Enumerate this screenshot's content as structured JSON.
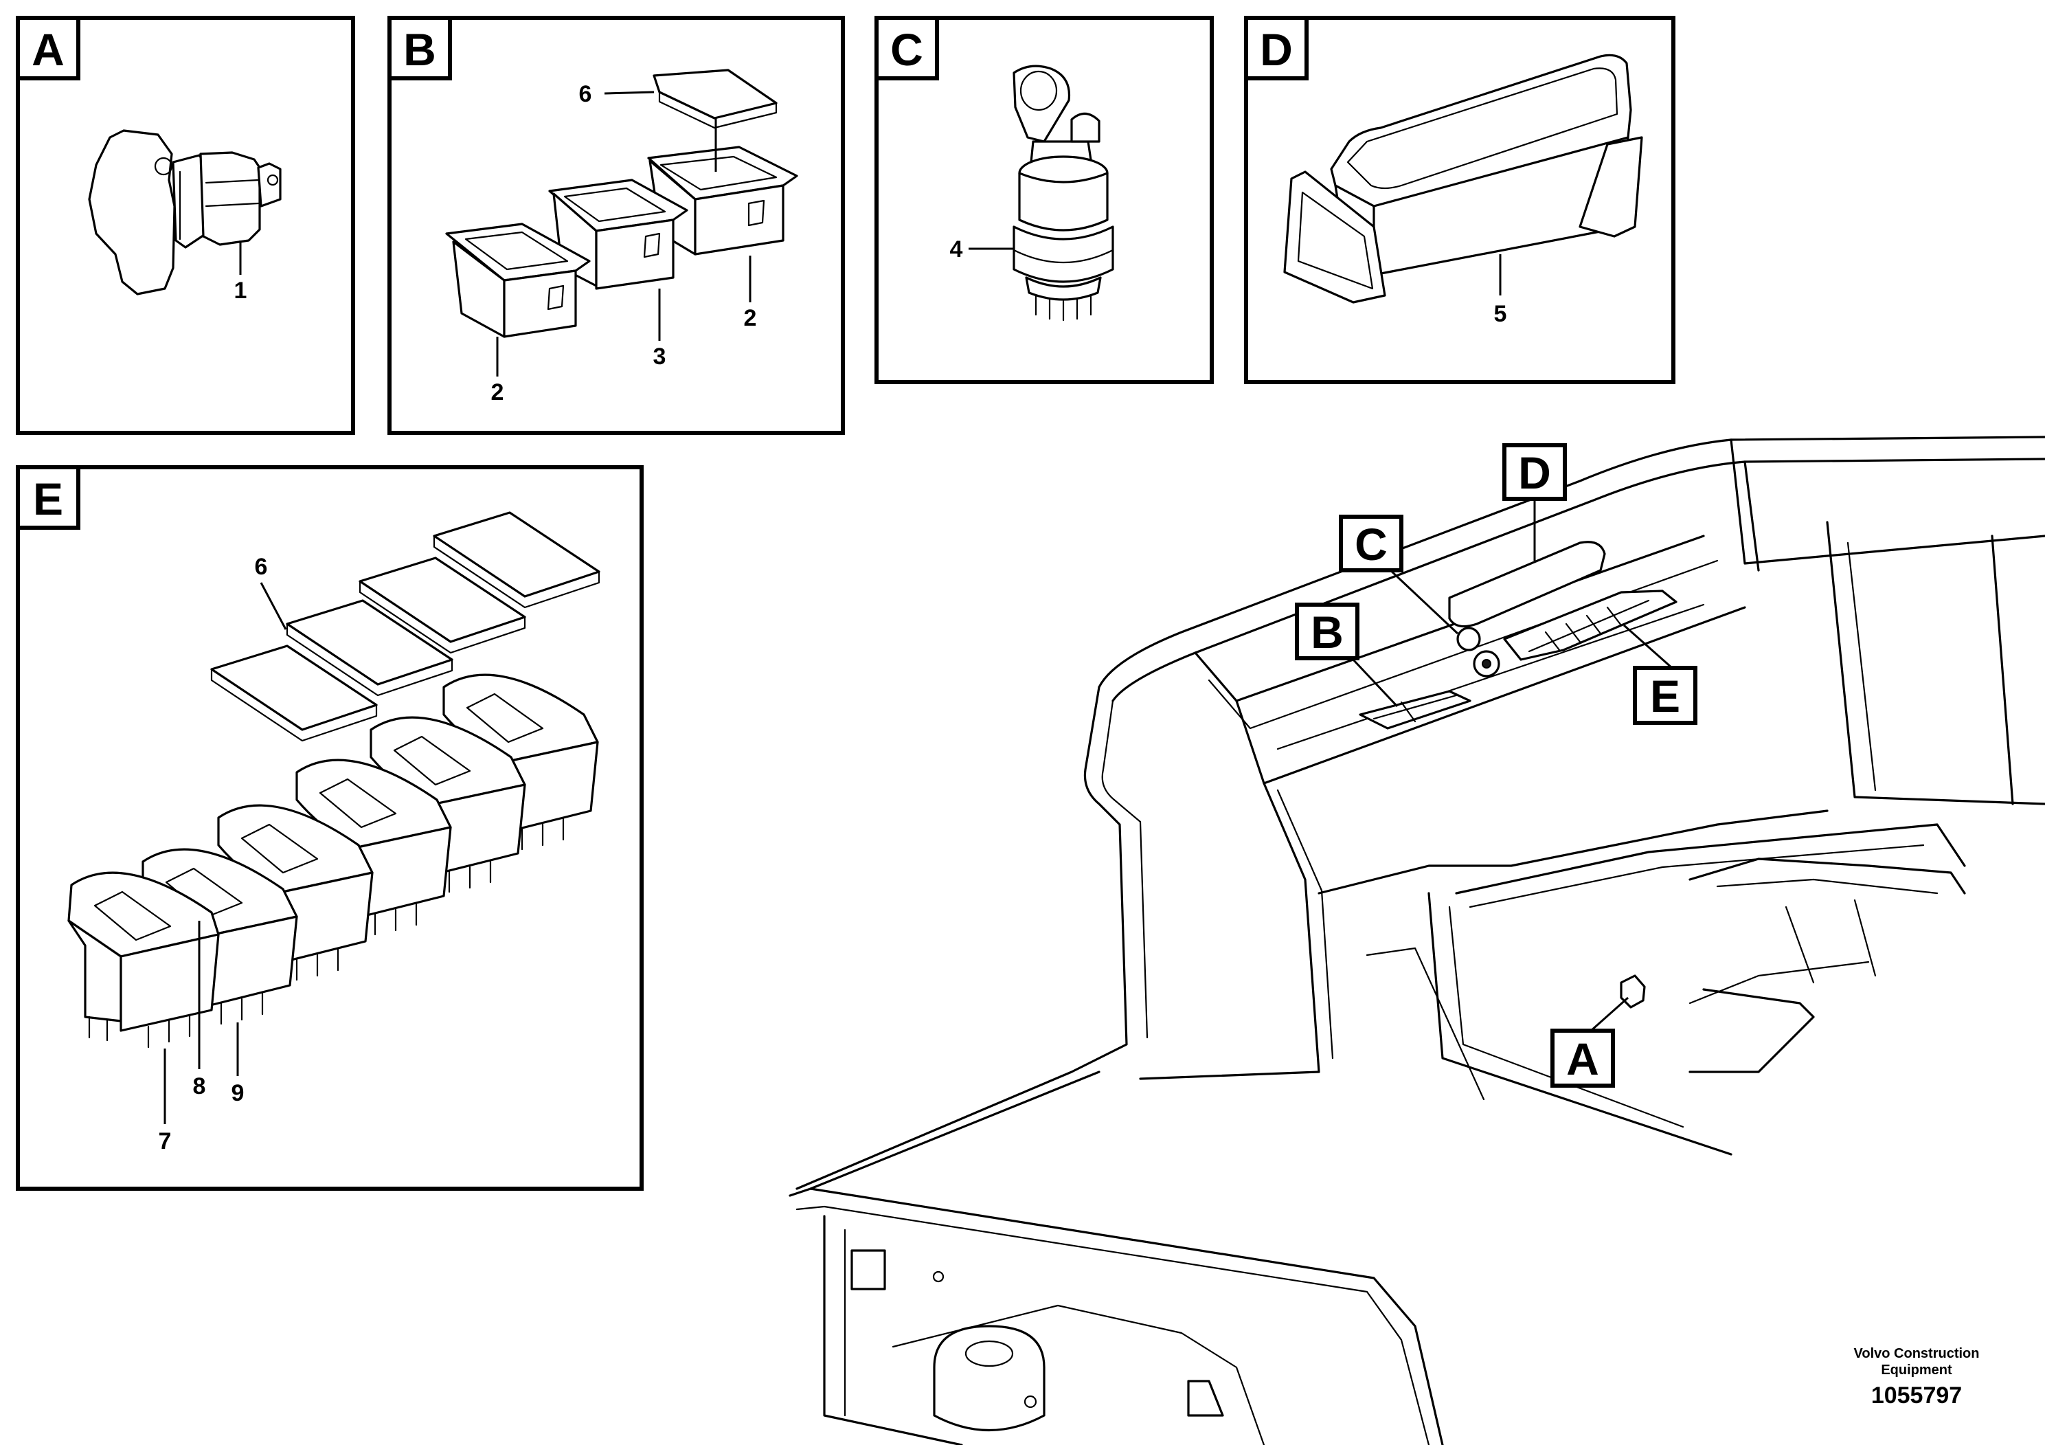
{
  "panels": {
    "A": {
      "letter": "A",
      "items": [
        "1"
      ]
    },
    "B": {
      "letter": "B",
      "items": [
        "6",
        "2",
        "3",
        "2"
      ]
    },
    "C": {
      "letter": "C",
      "items": [
        "4"
      ]
    },
    "D": {
      "letter": "D",
      "items": [
        "5"
      ]
    },
    "E": {
      "letter": "E",
      "items": [
        "6",
        "7",
        "8",
        "9"
      ]
    }
  },
  "callouts": {
    "A": "A",
    "B": "B",
    "C": "C",
    "D": "D",
    "E": "E"
  },
  "footer": {
    "company_line1": "Volvo Construction",
    "company_line2": "Equipment",
    "drawing_number": "1055797"
  }
}
